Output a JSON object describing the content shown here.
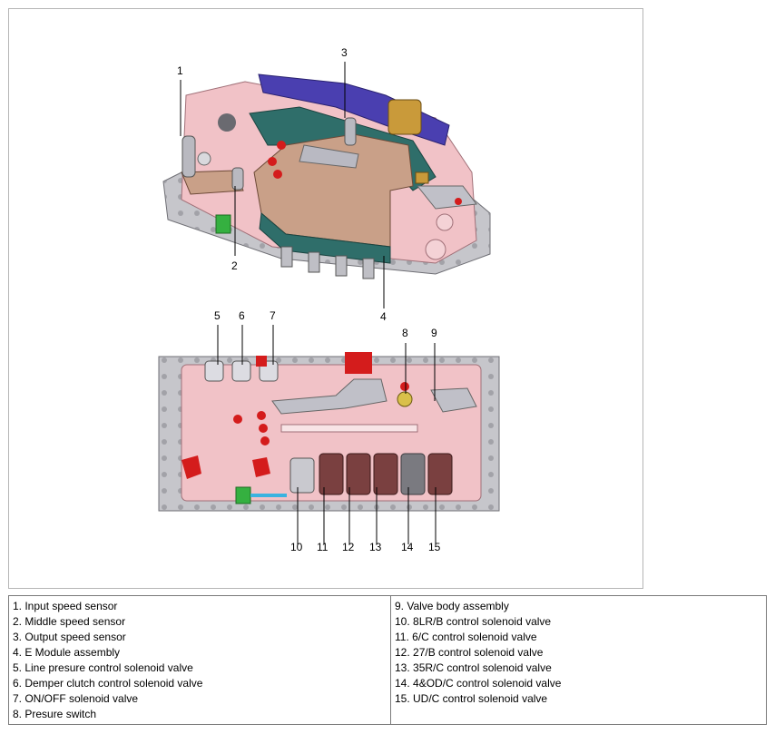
{
  "callouts": {
    "c1": "1",
    "c2": "2",
    "c3": "3",
    "c4": "4",
    "c5": "5",
    "c6": "6",
    "c7": "7",
    "c8": "8",
    "c9": "9",
    "c10": "10",
    "c11": "11",
    "c12": "12",
    "c13": "13",
    "c14": "14",
    "c15": "15"
  },
  "legend": {
    "left": [
      "1. Input speed sensor",
      "2. Middle speed sensor",
      "3. Output speed sensor",
      "4. E Module assembly",
      "5. Line presure control solenoid valve",
      "6. Demper clutch control solenoid valve",
      "7. ON/OFF solenoid valve",
      "8. Presure switch"
    ],
    "right": [
      "9. Valve body assembly",
      "10. 8LR/B control solenoid valve",
      "11. 6/C control solenoid valve",
      "12. 27/B control solenoid valve",
      "13. 35R/C control solenoid valve",
      "14. 4&OD/C control solenoid valve",
      "15. UD/C control solenoid valve"
    ]
  },
  "colors": {
    "body_pink": "#f2c4c8",
    "body_grey": "#c8c8cc",
    "module_copper": "#c9a088",
    "module_teal": "#2f6e6a",
    "wiring_blue": "#4b3fb0",
    "solenoid_red": "#d41c1c",
    "connector_gold": "#c99a3a",
    "connector_green": "#35b040"
  }
}
